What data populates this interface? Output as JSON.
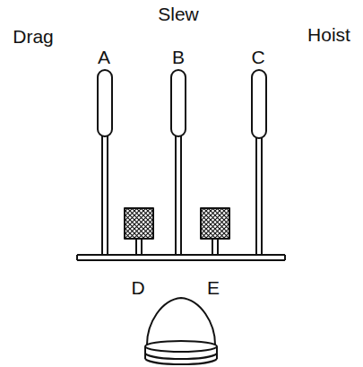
{
  "diagram": {
    "labels": [
      "Slew",
      "Drag",
      "Hoist",
      "A",
      "B",
      "C",
      "D",
      "E"
    ]
  }
}
